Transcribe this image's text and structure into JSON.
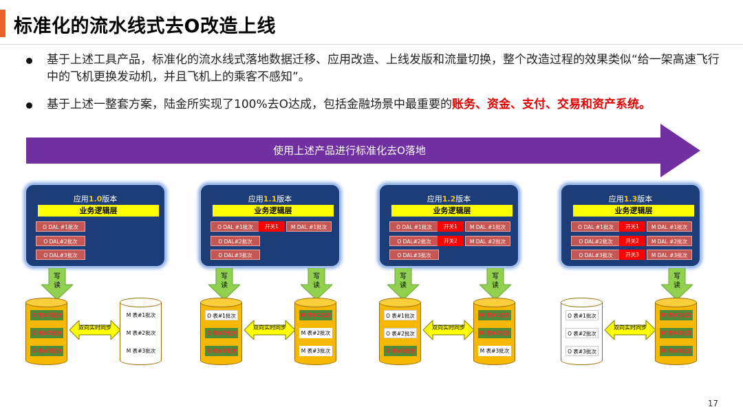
{
  "slide": {
    "title": "标准化的流水线式去O改造上线",
    "page_number": "17"
  },
  "bullets": [
    {
      "text": "基于上述工具产品，标准化的流水线式落地数据迁移、应用改造、上线发版和流量切换，整个改造过程的效果类似“给一架高速飞行中的飞机更换发动机，并且飞机上的乘客不感知”。"
    },
    {
      "text_before": "基于上述一整套方案，陆金所实现了100%去O达成，包括金融场景中最重要的",
      "highlight": "账务、资金、支付、交易和资产系统。"
    }
  ],
  "banner": {
    "text": "使用上述产品进行标准化去O落地",
    "color": "#7030a0"
  },
  "labels": {
    "write_read": [
      "写",
      "读"
    ],
    "sync": "双向实时同步",
    "layer": "业务逻辑层",
    "prefix": "应用",
    "suffix": "版本"
  },
  "stages": [
    {
      "version": "1.0",
      "rows": [
        {
          "o": "O DAL #1批次",
          "switch": "",
          "m": ""
        },
        {
          "o": "O DAL#2批次",
          "switch": "",
          "m": ""
        },
        {
          "o": "O DAL#3批次",
          "switch": "",
          "m": ""
        }
      ],
      "left_db": [
        "O 表#1批次",
        "O 表#2批次",
        "O 表#3批次"
      ],
      "right_db": [
        "M 表#1批次",
        "M 表#2批次",
        "M 表#3批次"
      ]
    },
    {
      "version": "1.1",
      "rows": [
        {
          "o": "O DAL #1批次",
          "switch": "开关1",
          "m": "M DAL #1批次"
        },
        {
          "o": "O DAL#2批次",
          "switch": "",
          "m": ""
        },
        {
          "o": "O DAL#3批次",
          "switch": "",
          "m": ""
        }
      ],
      "left_db": [
        "O 表#1批次",
        "O 表#2批次",
        "O 表#3批次"
      ],
      "right_db": [
        "M 表#1批次",
        "M 表#2批次",
        "M 表#3批次"
      ]
    },
    {
      "version": "1.2",
      "rows": [
        {
          "o": "O DAL #1批次",
          "switch": "开关1",
          "m": "M DAL #1批次"
        },
        {
          "o": "O DAL#2批次",
          "switch": "开关2",
          "m": "M DAL #2批次"
        },
        {
          "o": "O DAL#3批次",
          "switch": "",
          "m": ""
        }
      ],
      "left_db": [
        "O 表#1批次",
        "O 表#2批次",
        "O 表#3批次"
      ],
      "right_db": [
        "M 表#1批次",
        "M 表#2批次",
        "M 表#3批次"
      ]
    },
    {
      "version": "1.3",
      "rows": [
        {
          "o": "O DAL #1批次",
          "switch": "开关1",
          "m": "M DAL #1批次"
        },
        {
          "o": "O DAL#2批次",
          "switch": "开关2",
          "m": "M DAL #2批次"
        },
        {
          "o": "O DAL#3批次",
          "switch": "开关3",
          "m": "M DAL #3批次"
        }
      ],
      "left_db": [
        "O 表#1批次",
        "O 表#2批次",
        "O 表#3批次"
      ],
      "right_db": [
        "M 表#1批次",
        "M 表#2批次",
        "M 表#3批次"
      ]
    }
  ]
}
